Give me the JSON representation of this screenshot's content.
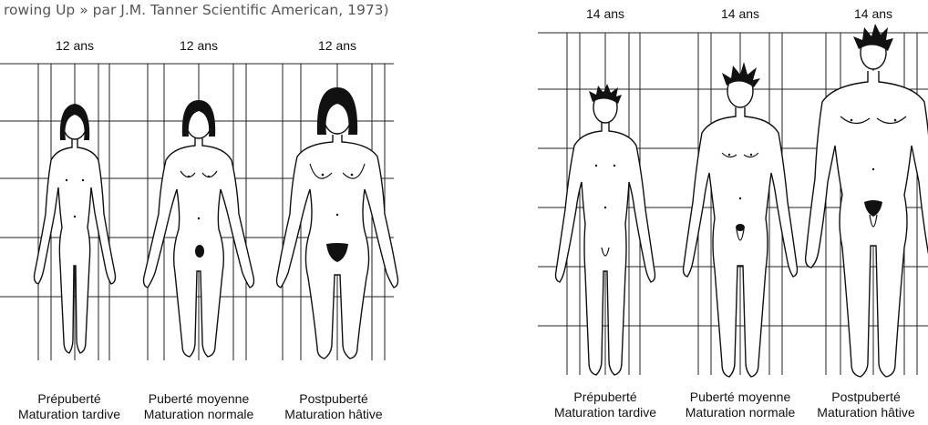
{
  "caption": "rowing Up » par J.M. Tanner Scientific American, 1973)",
  "girls": {
    "ages": [
      "12 ans",
      "12 ans",
      "12 ans"
    ],
    "stages": [
      {
        "stage": "Prépuberté",
        "maturation": "Maturation tardive"
      },
      {
        "stage": "Puberté moyenne",
        "maturation": "Maturation normale"
      },
      {
        "stage": "Postpuberté",
        "maturation": "Maturation hâtive"
      }
    ]
  },
  "boys": {
    "ages": [
      "14 ans",
      "14 ans",
      "14 ans"
    ],
    "stages": [
      {
        "stage": "Prépuberté",
        "maturation": "Maturation tardive"
      },
      {
        "stage": "Puberté moyenne",
        "maturation": "Maturation normale"
      },
      {
        "stage": "Postpuberté",
        "maturation": "Maturation hâtive"
      }
    ]
  },
  "colors": {
    "ink": "#111111",
    "grid": "#222222",
    "caption": "#555555"
  }
}
